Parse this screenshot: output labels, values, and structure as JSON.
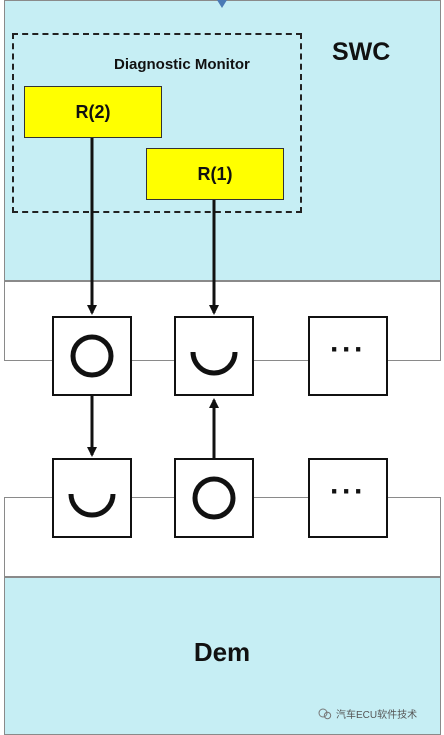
{
  "swc": {
    "label": "SWC"
  },
  "diagnostic_monitor": {
    "label": "Diagnostic Monitor",
    "runnables": [
      {
        "label": "R(2)"
      },
      {
        "label": "R(1)"
      }
    ]
  },
  "rows": [
    {
      "ports": [
        {
          "symbol": "circle"
        },
        {
          "symbol": "half-circle"
        },
        {
          "symbol": "ellipsis",
          "text": "···"
        }
      ]
    },
    {
      "ports": [
        {
          "symbol": "half-circle"
        },
        {
          "symbol": "circle"
        },
        {
          "symbol": "ellipsis",
          "text": "···"
        }
      ]
    }
  ],
  "dem": {
    "label": "Dem"
  },
  "watermark": {
    "text": "汽车ECU软件技术"
  },
  "colors": {
    "block_fill": "#c6eef4",
    "runnable_fill": "#ffff00",
    "line": "#111111",
    "marker": "#4a7ab5"
  }
}
